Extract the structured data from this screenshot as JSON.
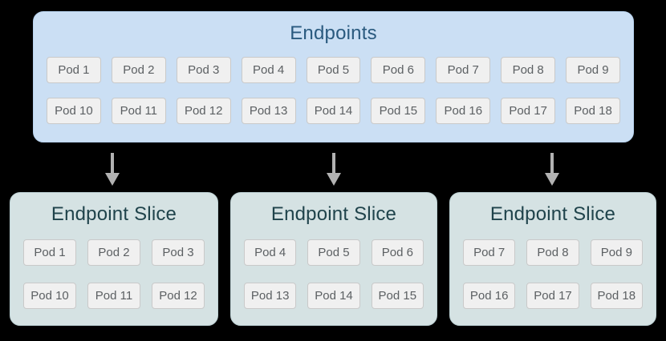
{
  "colors": {
    "background": "#000000",
    "endpoints_fill": "#cbdff4",
    "endpoints_border": "#b7d2ee",
    "endpoints_title": "#2a5a7f",
    "slice_fill": "#d5e2e3",
    "slice_border": "#bdd1d4",
    "slice_title": "#1f434b",
    "pod_fill": "#f0f0f0",
    "pod_border": "#c9c9c9",
    "pod_text": "#5c6063",
    "arrow": "#b2b2b2"
  },
  "endpoints": {
    "title": "Endpoints",
    "rows": [
      [
        "Pod 1",
        "Pod 2",
        "Pod 3",
        "Pod 4",
        "Pod 5",
        "Pod 6",
        "Pod 7",
        "Pod 8",
        "Pod 9"
      ],
      [
        "Pod 10",
        "Pod 11",
        "Pod 12",
        "Pod 13",
        "Pod 14",
        "Pod 15",
        "Pod 16",
        "Pod 17",
        "Pod 18"
      ]
    ]
  },
  "arrows": [
    {
      "icon": "down-arrow-icon"
    },
    {
      "icon": "down-arrow-icon"
    },
    {
      "icon": "down-arrow-icon"
    }
  ],
  "slices": [
    {
      "title": "Endpoint Slice",
      "rows": [
        [
          "Pod 1",
          "Pod 2",
          "Pod 3"
        ],
        [
          "Pod 10",
          "Pod 11",
          "Pod 12"
        ]
      ]
    },
    {
      "title": "Endpoint Slice",
      "rows": [
        [
          "Pod 4",
          "Pod 5",
          "Pod 6"
        ],
        [
          "Pod 13",
          "Pod 14",
          "Pod 15"
        ]
      ]
    },
    {
      "title": "Endpoint Slice",
      "rows": [
        [
          "Pod 7",
          "Pod 8",
          "Pod 9"
        ],
        [
          "Pod 16",
          "Pod 17",
          "Pod 18"
        ]
      ]
    }
  ]
}
